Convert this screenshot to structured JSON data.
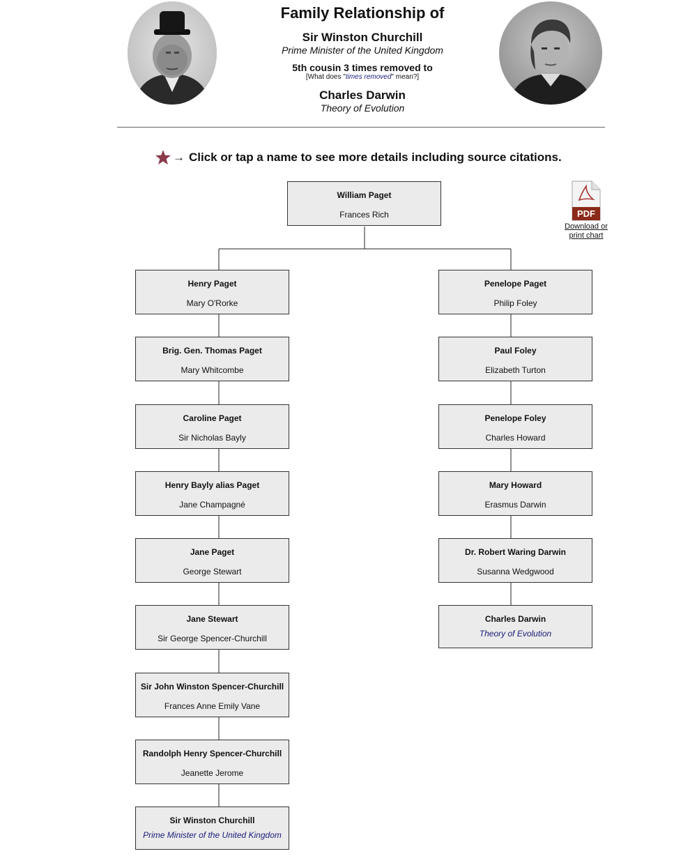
{
  "header": {
    "title": "Family Relationship of",
    "person1_name": "Sir Winston Churchill",
    "person1_title": "Prime Minister of the United Kingdom",
    "relation": "5th cousin 3 times removed to",
    "note_pre": "[What does \"",
    "note_link": "times removed",
    "note_post": "\" mean?]",
    "person2_name": "Charles Darwin",
    "person2_title": "Theory of Evolution"
  },
  "hint": {
    "arrow": "→",
    "text": "Click or tap a name to see more details including source citations.",
    "star_color": "#8a3a4a"
  },
  "pdf": {
    "badge": "PDF",
    "label_line1": "Download or",
    "label_line2": "print chart",
    "badge_color": "#8b2a1a"
  },
  "tree": {
    "root": {
      "person": "William Paget",
      "spouse": "Frances Rich"
    },
    "left": [
      {
        "person": "Henry Paget",
        "spouse": "Mary O'Rorke"
      },
      {
        "person": "Brig. Gen. Thomas Paget",
        "spouse": "Mary Whitcombe"
      },
      {
        "person": "Caroline Paget",
        "spouse": "Sir Nicholas Bayly"
      },
      {
        "person": "Henry Bayly alias Paget",
        "spouse": "Jane Champagné"
      },
      {
        "person": "Jane Paget",
        "spouse": "George Stewart"
      },
      {
        "person": "Jane Stewart",
        "spouse": "Sir George Spencer-Churchill"
      },
      {
        "person": "Sir John Winston Spencer-Churchill",
        "spouse": "Frances Anne Emily Vane"
      },
      {
        "person": "Randolph Henry Spencer-Churchill",
        "spouse": "Jeanette Jerome"
      },
      {
        "person": "Sir Winston Churchill",
        "subtitle": "Prime Minister of the United Kingdom"
      }
    ],
    "right": [
      {
        "person": "Penelope Paget",
        "spouse": "Philip Foley"
      },
      {
        "person": "Paul Foley",
        "spouse": "Elizabeth Turton"
      },
      {
        "person": "Penelope Foley",
        "spouse": "Charles Howard"
      },
      {
        "person": "Mary Howard",
        "spouse": "Erasmus Darwin"
      },
      {
        "person": "Dr. Robert Waring Darwin",
        "spouse": "Susanna Wedgwood"
      },
      {
        "person": "Charles Darwin",
        "subtitle": "Theory of Evolution"
      }
    ]
  }
}
